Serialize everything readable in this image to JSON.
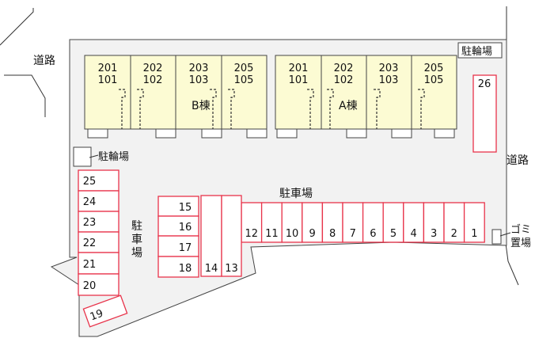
{
  "labels": {
    "road_left": "道路",
    "road_right": "道路",
    "bike_top": "駐輪場",
    "bike_left": "駐輪場",
    "parking_center": "駐車場",
    "parking_vertical": [
      "駐",
      "車",
      "場"
    ],
    "garbage": [
      "ゴミ",
      "置場"
    ]
  },
  "buildings": [
    {
      "id": "B",
      "name": "B棟",
      "units": [
        [
          "201",
          "101"
        ],
        [
          "202",
          "102"
        ],
        [
          "203",
          "103"
        ],
        [
          "205",
          "105"
        ]
      ]
    },
    {
      "id": "A",
      "name": "A棟",
      "units": [
        [
          "201",
          "101"
        ],
        [
          "202",
          "102"
        ],
        [
          "203",
          "103"
        ],
        [
          "205",
          "105"
        ]
      ]
    }
  ],
  "parking": {
    "row_main": [
      "12",
      "11",
      "10",
      "9",
      "8",
      "7",
      "6",
      "5",
      "4",
      "3",
      "2",
      "1"
    ],
    "tall": [
      "14",
      "13"
    ],
    "block_mid": [
      "15",
      "16",
      "17",
      "18"
    ],
    "column_left": [
      "25",
      "24",
      "23",
      "22",
      "21",
      "20"
    ],
    "angled": "19",
    "right_single": "26"
  },
  "colors": {
    "lot": "#f2f2f2",
    "unit_fill": "#fcfbd3",
    "slot_stroke": "#e8334a",
    "slot_fill": "#ffffff",
    "outline": "#444444"
  }
}
